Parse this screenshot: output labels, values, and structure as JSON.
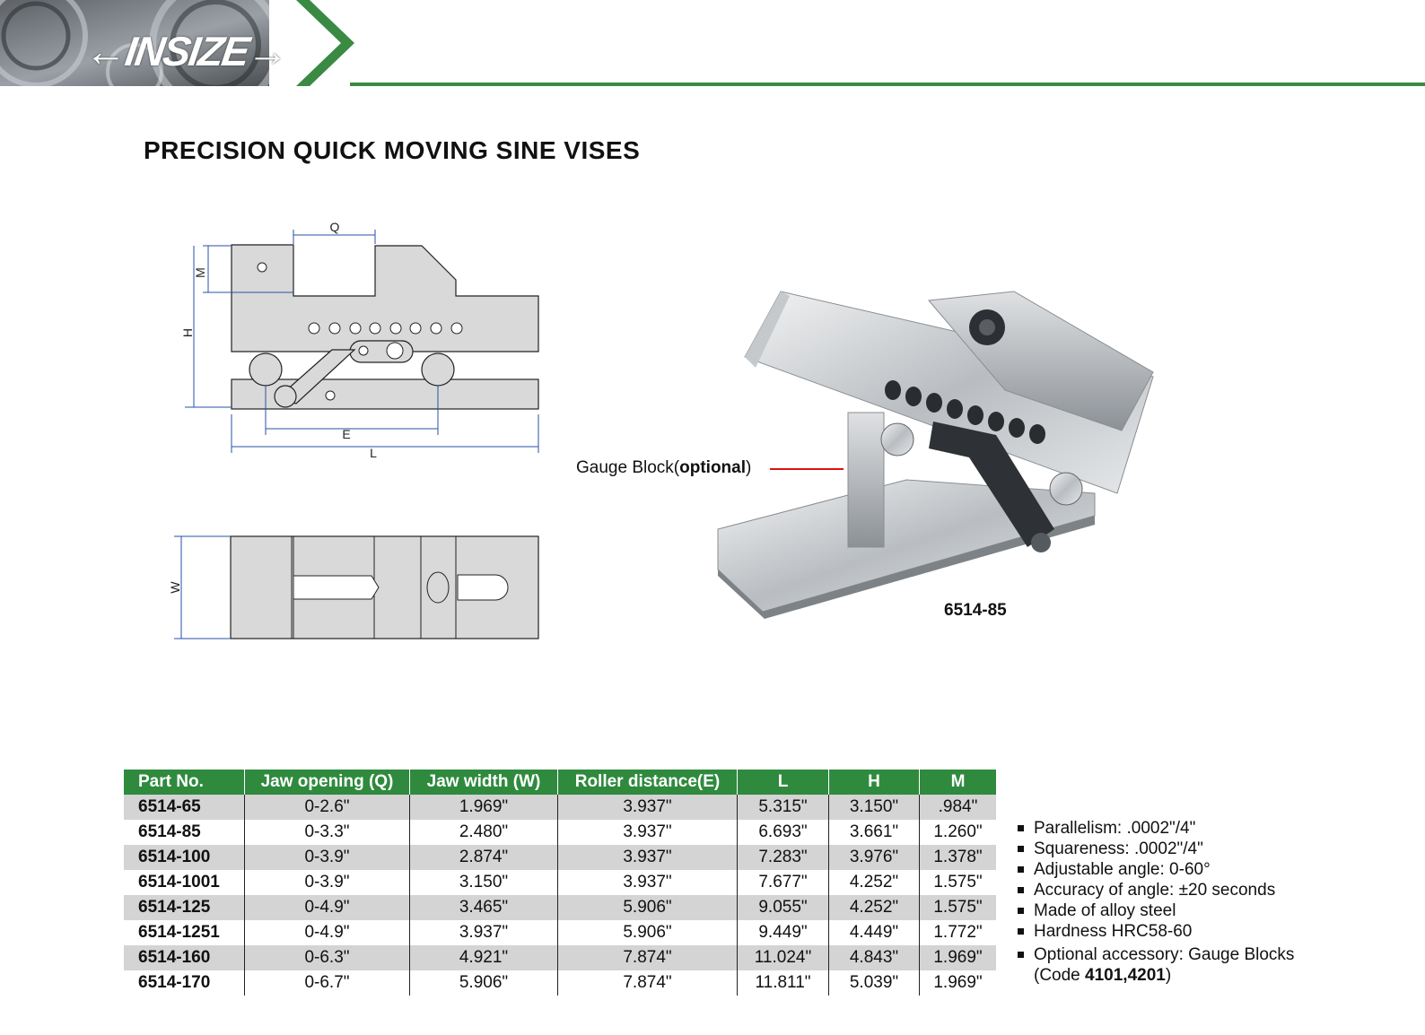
{
  "brand": {
    "logo_text": "INSIZE",
    "accent_color": "#3a8a44"
  },
  "title": "PRECISION QUICK MOVING SINE  VISES",
  "drawing": {
    "side_labels": {
      "q": "Q",
      "m": "M",
      "h": "H",
      "e": "E",
      "l": "L"
    },
    "top_labels": {
      "w": "W"
    }
  },
  "photo": {
    "gauge_label_main": "Gauge Block(",
    "gauge_label_bold": "optional",
    "gauge_label_end": ")",
    "caption": "6514-85"
  },
  "table": {
    "headers": [
      "Part No.",
      "Jaw opening (Q)",
      "Jaw width (W)",
      "Roller distance(E)",
      "L",
      "H",
      "M"
    ],
    "rows": [
      [
        "6514-65",
        "0-2.6\"",
        "1.969\"",
        "3.937\"",
        "5.315\"",
        "3.150\"",
        ".984\""
      ],
      [
        "6514-85",
        "0-3.3\"",
        "2.480\"",
        "3.937\"",
        "6.693\"",
        "3.661\"",
        "1.260\""
      ],
      [
        "6514-100",
        "0-3.9\"",
        "2.874\"",
        "3.937\"",
        "7.283\"",
        "3.976\"",
        "1.378\""
      ],
      [
        "6514-1001",
        "0-3.9\"",
        "3.150\"",
        "3.937\"",
        "7.677\"",
        "4.252\"",
        "1.575\""
      ],
      [
        "6514-125",
        "0-4.9\"",
        "3.465\"",
        "5.906\"",
        "9.055\"",
        "4.252\"",
        "1.575\""
      ],
      [
        "6514-1251",
        "0-4.9\"",
        "3.937\"",
        "5.906\"",
        "9.449\"",
        "4.449\"",
        "1.772\""
      ],
      [
        "6514-160",
        "0-6.3\"",
        "4.921\"",
        "7.874\"",
        "11.024\"",
        "4.843\"",
        "1.969\""
      ],
      [
        "6514-170",
        "0-6.7\"",
        "5.906\"",
        "7.874\"",
        "11.811\"",
        "5.039\"",
        "1.969\""
      ]
    ]
  },
  "features": {
    "items": [
      "Parallelism: .0002\"/4\"",
      "Squareness: .0002\"/4\"",
      "Adjustable angle: 0-60°",
      "Accuracy of angle: ±20 seconds",
      "Made of alloy steel",
      "Hardness HRC58-60",
      "Optional accessory: Gauge Blocks"
    ],
    "note_prefix": "(Code ",
    "note_codes": "4101,4201",
    "note_suffix": ")"
  }
}
